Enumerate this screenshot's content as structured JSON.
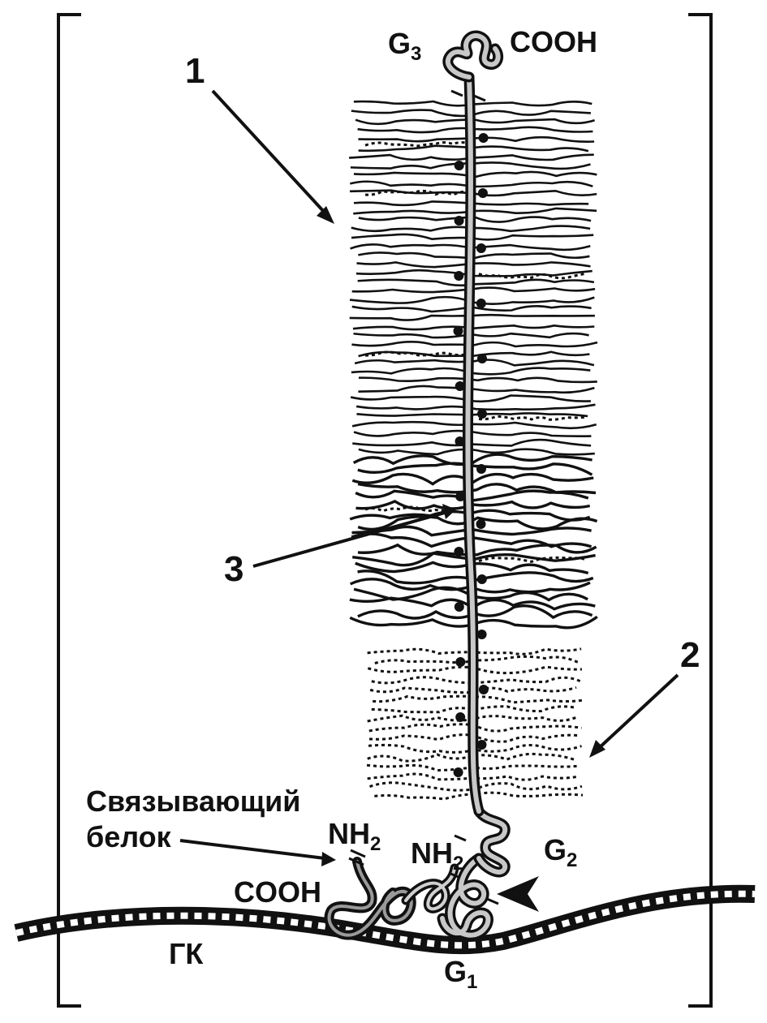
{
  "labels": {
    "one": "1",
    "two": "2",
    "three": "3",
    "g3": "G",
    "g3_sub": "3",
    "g2": "G",
    "g2_sub": "2",
    "g1": "G",
    "g1_sub": "1",
    "cooh_top": "COOH",
    "cooh_left": "COOH",
    "nh2_left": "NH",
    "nh2_left_sub": "2",
    "nh2_right": "NH",
    "nh2_right_sub": "2",
    "binding_protein_line1": "Связывающий",
    "binding_protein_line2": "белок",
    "hk": "ГК"
  },
  "colors": {
    "ink": "#111111",
    "core": "#bdbdbd",
    "background": "#ffffff"
  }
}
